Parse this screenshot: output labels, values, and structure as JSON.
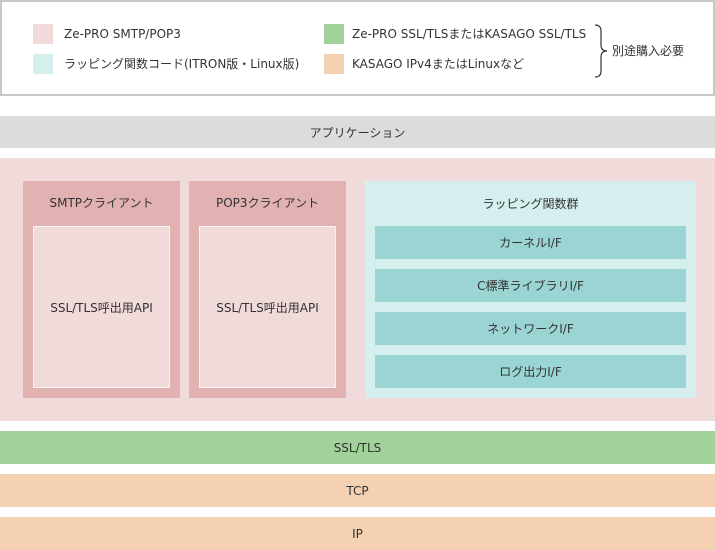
{
  "legend": {
    "items": [
      {
        "label": "Ze-PRO SMTP/POP3",
        "color": "#f1dada"
      },
      {
        "label": "ラッピング関数コード(ITRON版・Linux版)",
        "color": "#d5eeee"
      },
      {
        "label": "Ze-PRO SSL/TLSまたはKASAGO SSL/TLS",
        "color": "#a1d29a"
      },
      {
        "label": "KASAGO IPv4またはLinuxなど",
        "color": "#f4d1b2"
      }
    ],
    "note": "別途購入必要"
  },
  "layers": {
    "application": "アプリケーション",
    "ssl_tls": "SSL/TLS",
    "tcp": "TCP",
    "ip": "IP"
  },
  "clients": [
    {
      "title": "SMTPクライアント",
      "api": "SSL/TLS呼出用API"
    },
    {
      "title": "POP3クライアント",
      "api": "SSL/TLS呼出用API"
    }
  ],
  "wrapping": {
    "title": "ラッピング関数群",
    "interfaces": [
      "カーネルI/F",
      "C標準ライブラリI/F",
      "ネットワークI/F",
      "ログ出力I/F"
    ]
  },
  "colors": {
    "application_band": "#dcdcdc",
    "stack_background": "#f1dada",
    "client_box": "#e2b1b2",
    "wrapping_box": "#d5eeee",
    "interface_bar": "#9ad4d3",
    "ssl_band": "#a1d29a",
    "network_band": "#f4d1b2"
  }
}
